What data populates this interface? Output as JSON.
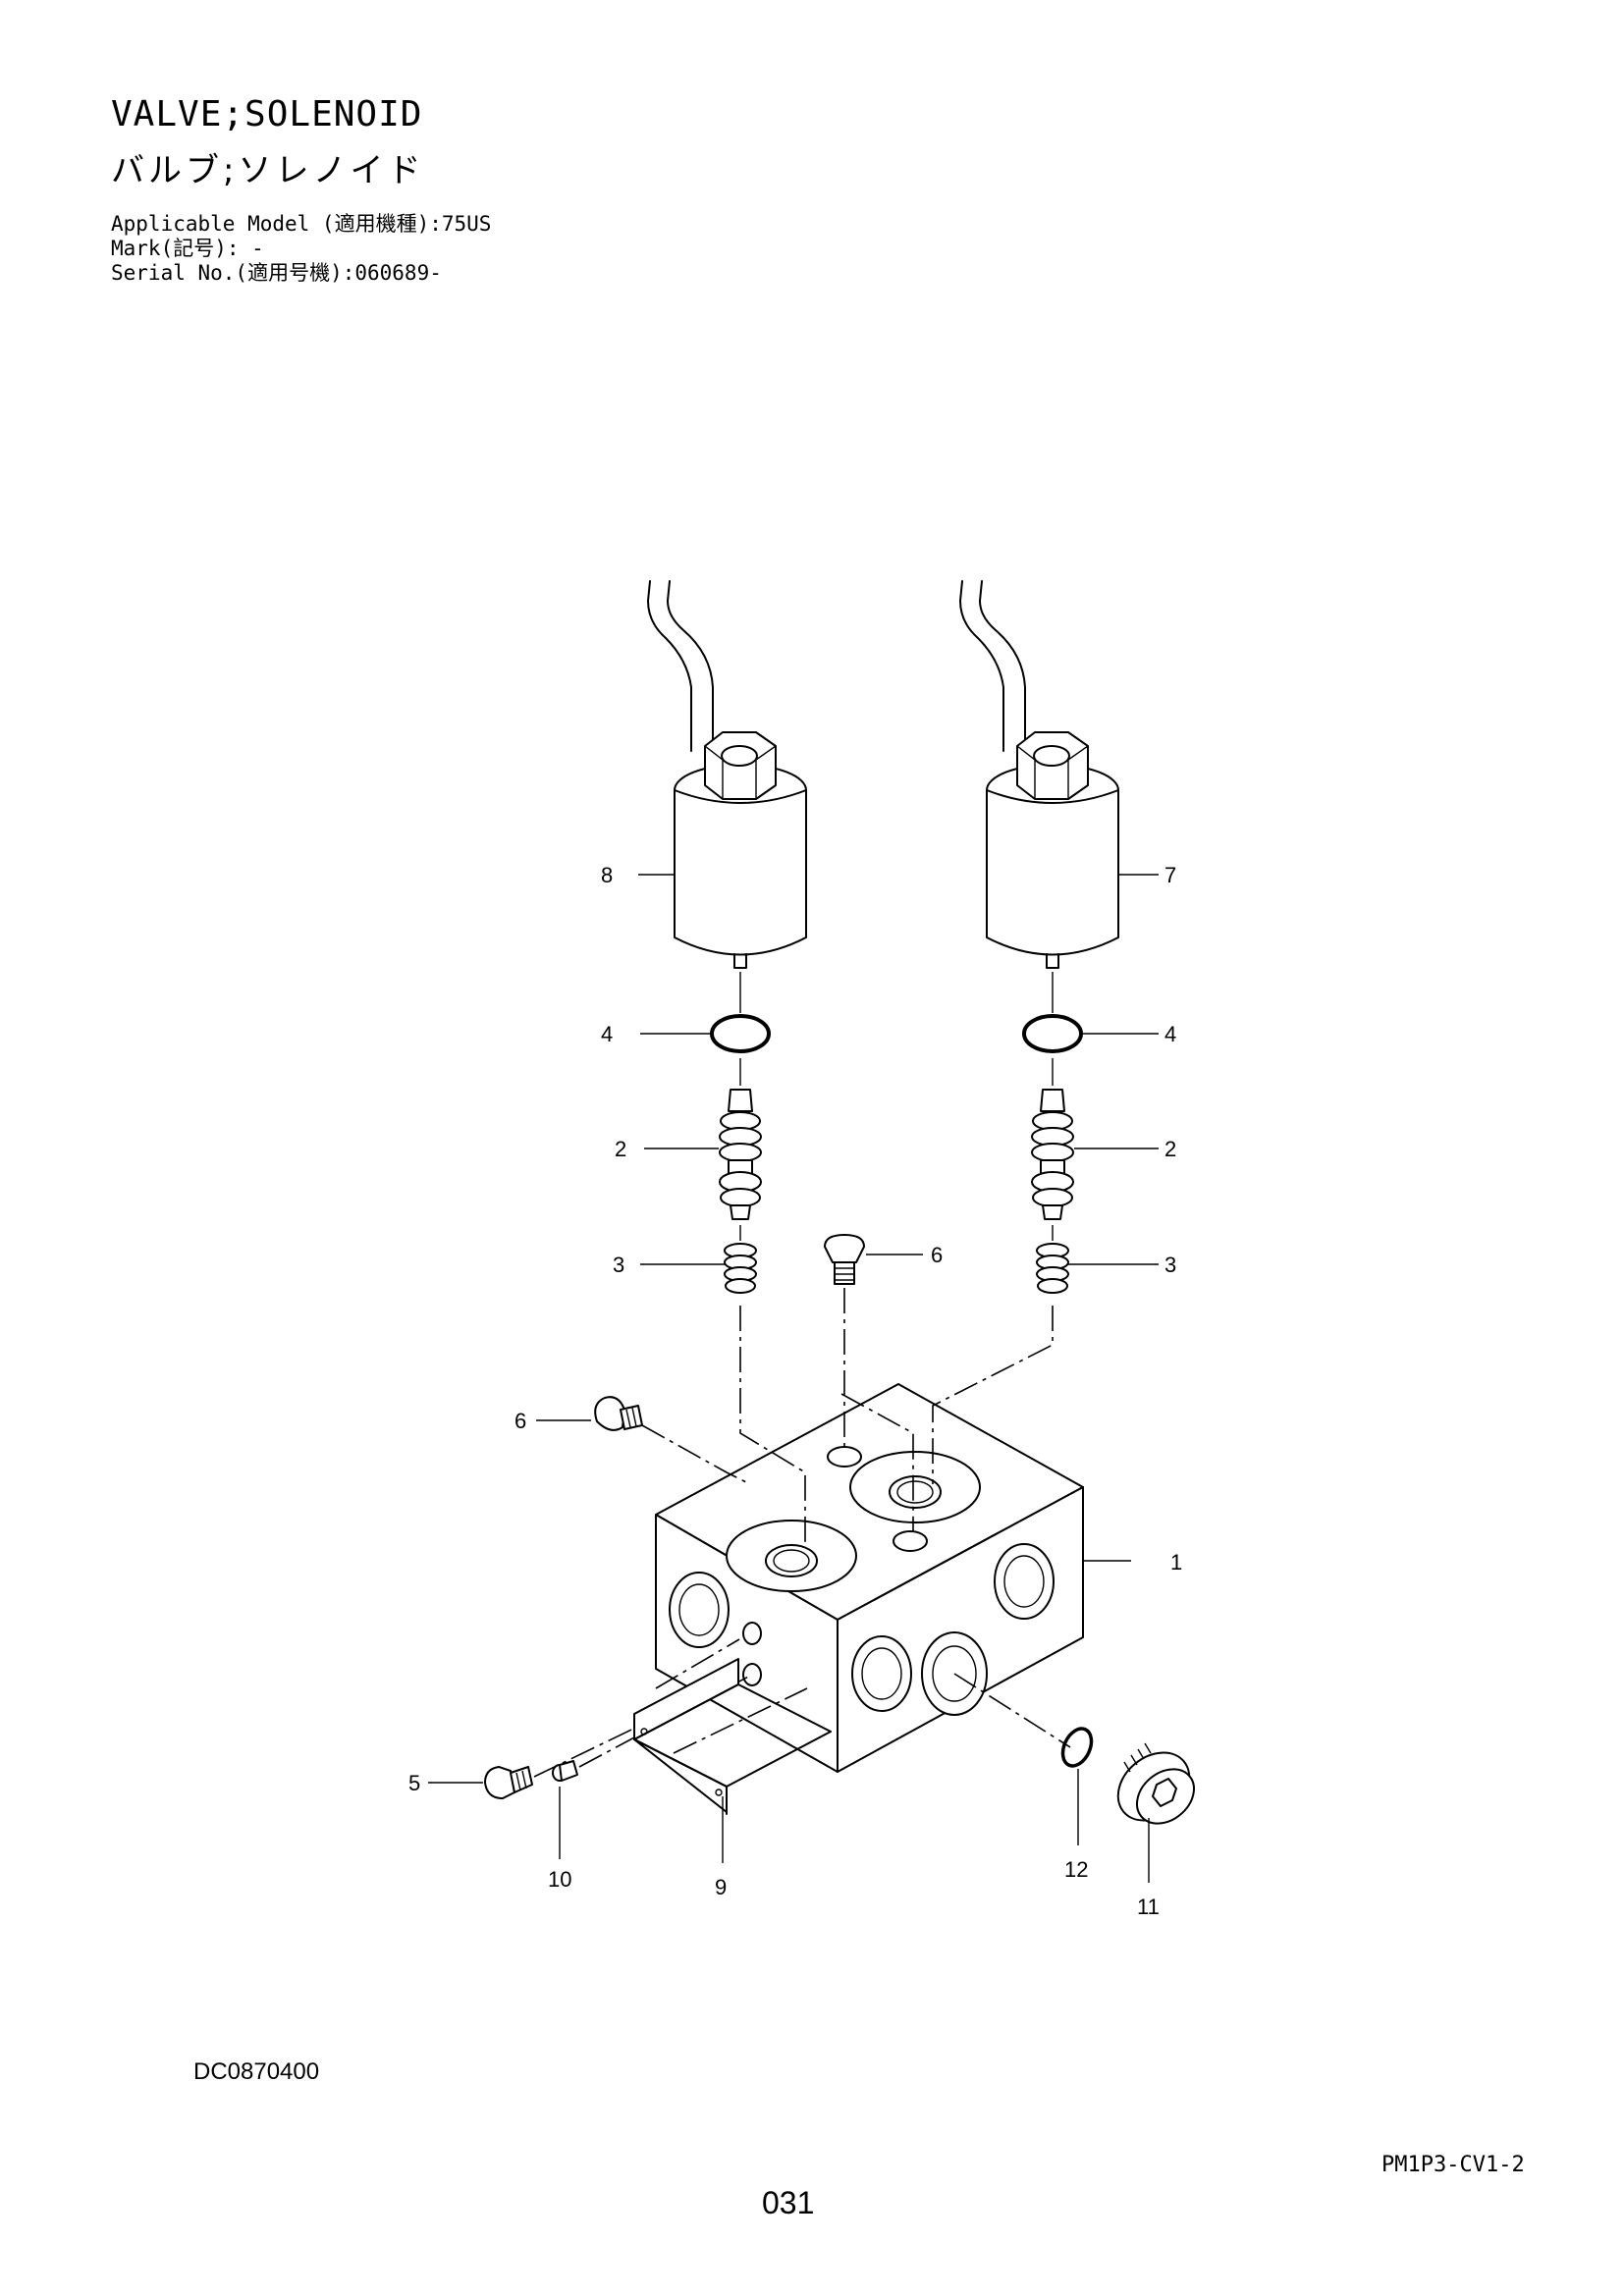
{
  "header": {
    "title_en": "VALVE;SOLENOID",
    "title_jp": "バルブ;ソレノイド",
    "applicable_model": "Applicable Model (適用機種):75US",
    "mark": "Mark(記号): -",
    "serial_no": "Serial No.(適用号機):060689-"
  },
  "callouts": {
    "c1": "1",
    "c2a": "2",
    "c2b": "2",
    "c3a": "3",
    "c3b": "3",
    "c4a": "4",
    "c4b": "4",
    "c5": "5",
    "c6a": "6",
    "c6b": "6",
    "c7": "7",
    "c8": "8",
    "c9": "9",
    "c10": "10",
    "c11": "11",
    "c12": "12"
  },
  "footer": {
    "doc_code": "DC0870400",
    "ref_code": "PM1P3-CV1-2",
    "page_number": "031"
  }
}
